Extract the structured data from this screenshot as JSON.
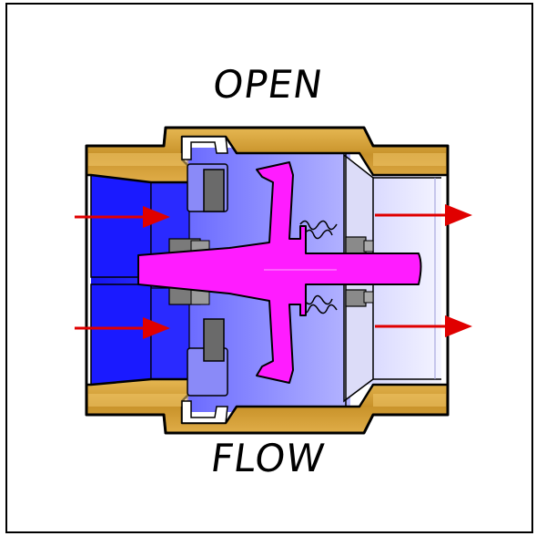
{
  "diagram": {
    "state_label": "OPEN",
    "flow_label": "FLOW"
  },
  "colors": {
    "border": "#000000",
    "brass_body": "#d7a43a",
    "inlet_fluid": "#2424ff",
    "chamber_fluid": "#8080ff",
    "outlet_fluid": "#e8e8ff",
    "disc_stem": "#ff1cff",
    "seal_gray": "#6a6a6a",
    "flow_arrow": "#e00000"
  },
  "flow_arrows": {
    "inlet_count": 2,
    "outlet_count": 2,
    "direction": "left-to-right"
  }
}
